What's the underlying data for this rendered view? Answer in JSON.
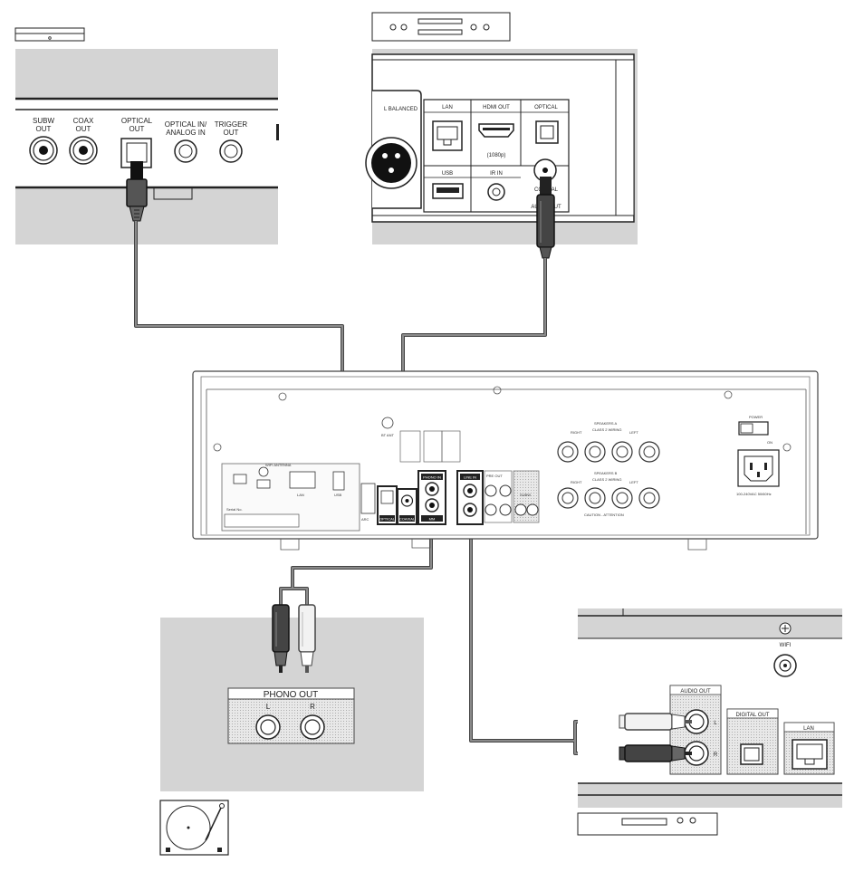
{
  "soundbar_panel": {
    "ports": [
      {
        "label_line1": "SUBW",
        "label_line2": "OUT"
      },
      {
        "label_line1": "COAX",
        "label_line2": "OUT"
      },
      {
        "label_line1": "OPTICAL",
        "label_line2": "OUT"
      },
      {
        "label_line1": "OPTICAL IN/",
        "label_line2": "ANALOG IN"
      },
      {
        "label_line1": "TRIGGER",
        "label_line2": "OUT"
      }
    ]
  },
  "player_panel": {
    "balanced_label": "L BALANCED",
    "lan_label": "LAN",
    "hdmi_label": "HDMI OUT",
    "hdmi_sub": "(1080p)",
    "optical_label": "OPTICAL",
    "usb_label": "USB",
    "irin_label": "IR IN",
    "coaxial_label": "COAXIAL",
    "audio_out_label": "AUDIO OUT"
  },
  "amplifier": {
    "bt_label": "BT ANT",
    "speakers_a": "SPEAKERS A",
    "speakers_b": "SPEAKERS B",
    "right_label": "RIGHT",
    "left_label": "LEFT",
    "class2": "CLASS 2 WIRING",
    "caution": "CAUTION - ATTENTION",
    "power_label": "POWER",
    "on_label": "ON",
    "voltage": "100-240VAC 50/60Hz",
    "optical_tag": "OPTICAL",
    "coaxial_tag": "COAXIAL",
    "phono_tag": "PHONO IN",
    "mm_tag": "MM",
    "line_tag": "LINE IN",
    "pre_out": "PRE OUT",
    "subw": "SUBW",
    "hdmi_arc": "ARC",
    "lan": "LAN",
    "usb": "USB",
    "serial": "Serial No.",
    "wifi_ant": "WIFI ANTENNA"
  },
  "turntable_panel": {
    "phono_out": "PHONO OUT",
    "left": "L",
    "right": "R"
  },
  "streamer_panel": {
    "wifi": "WIFI",
    "audio_out": "AUDIO OUT",
    "left": "L",
    "right": "R",
    "digital_out": "DIGITAL OUT",
    "lan": "LAN"
  }
}
